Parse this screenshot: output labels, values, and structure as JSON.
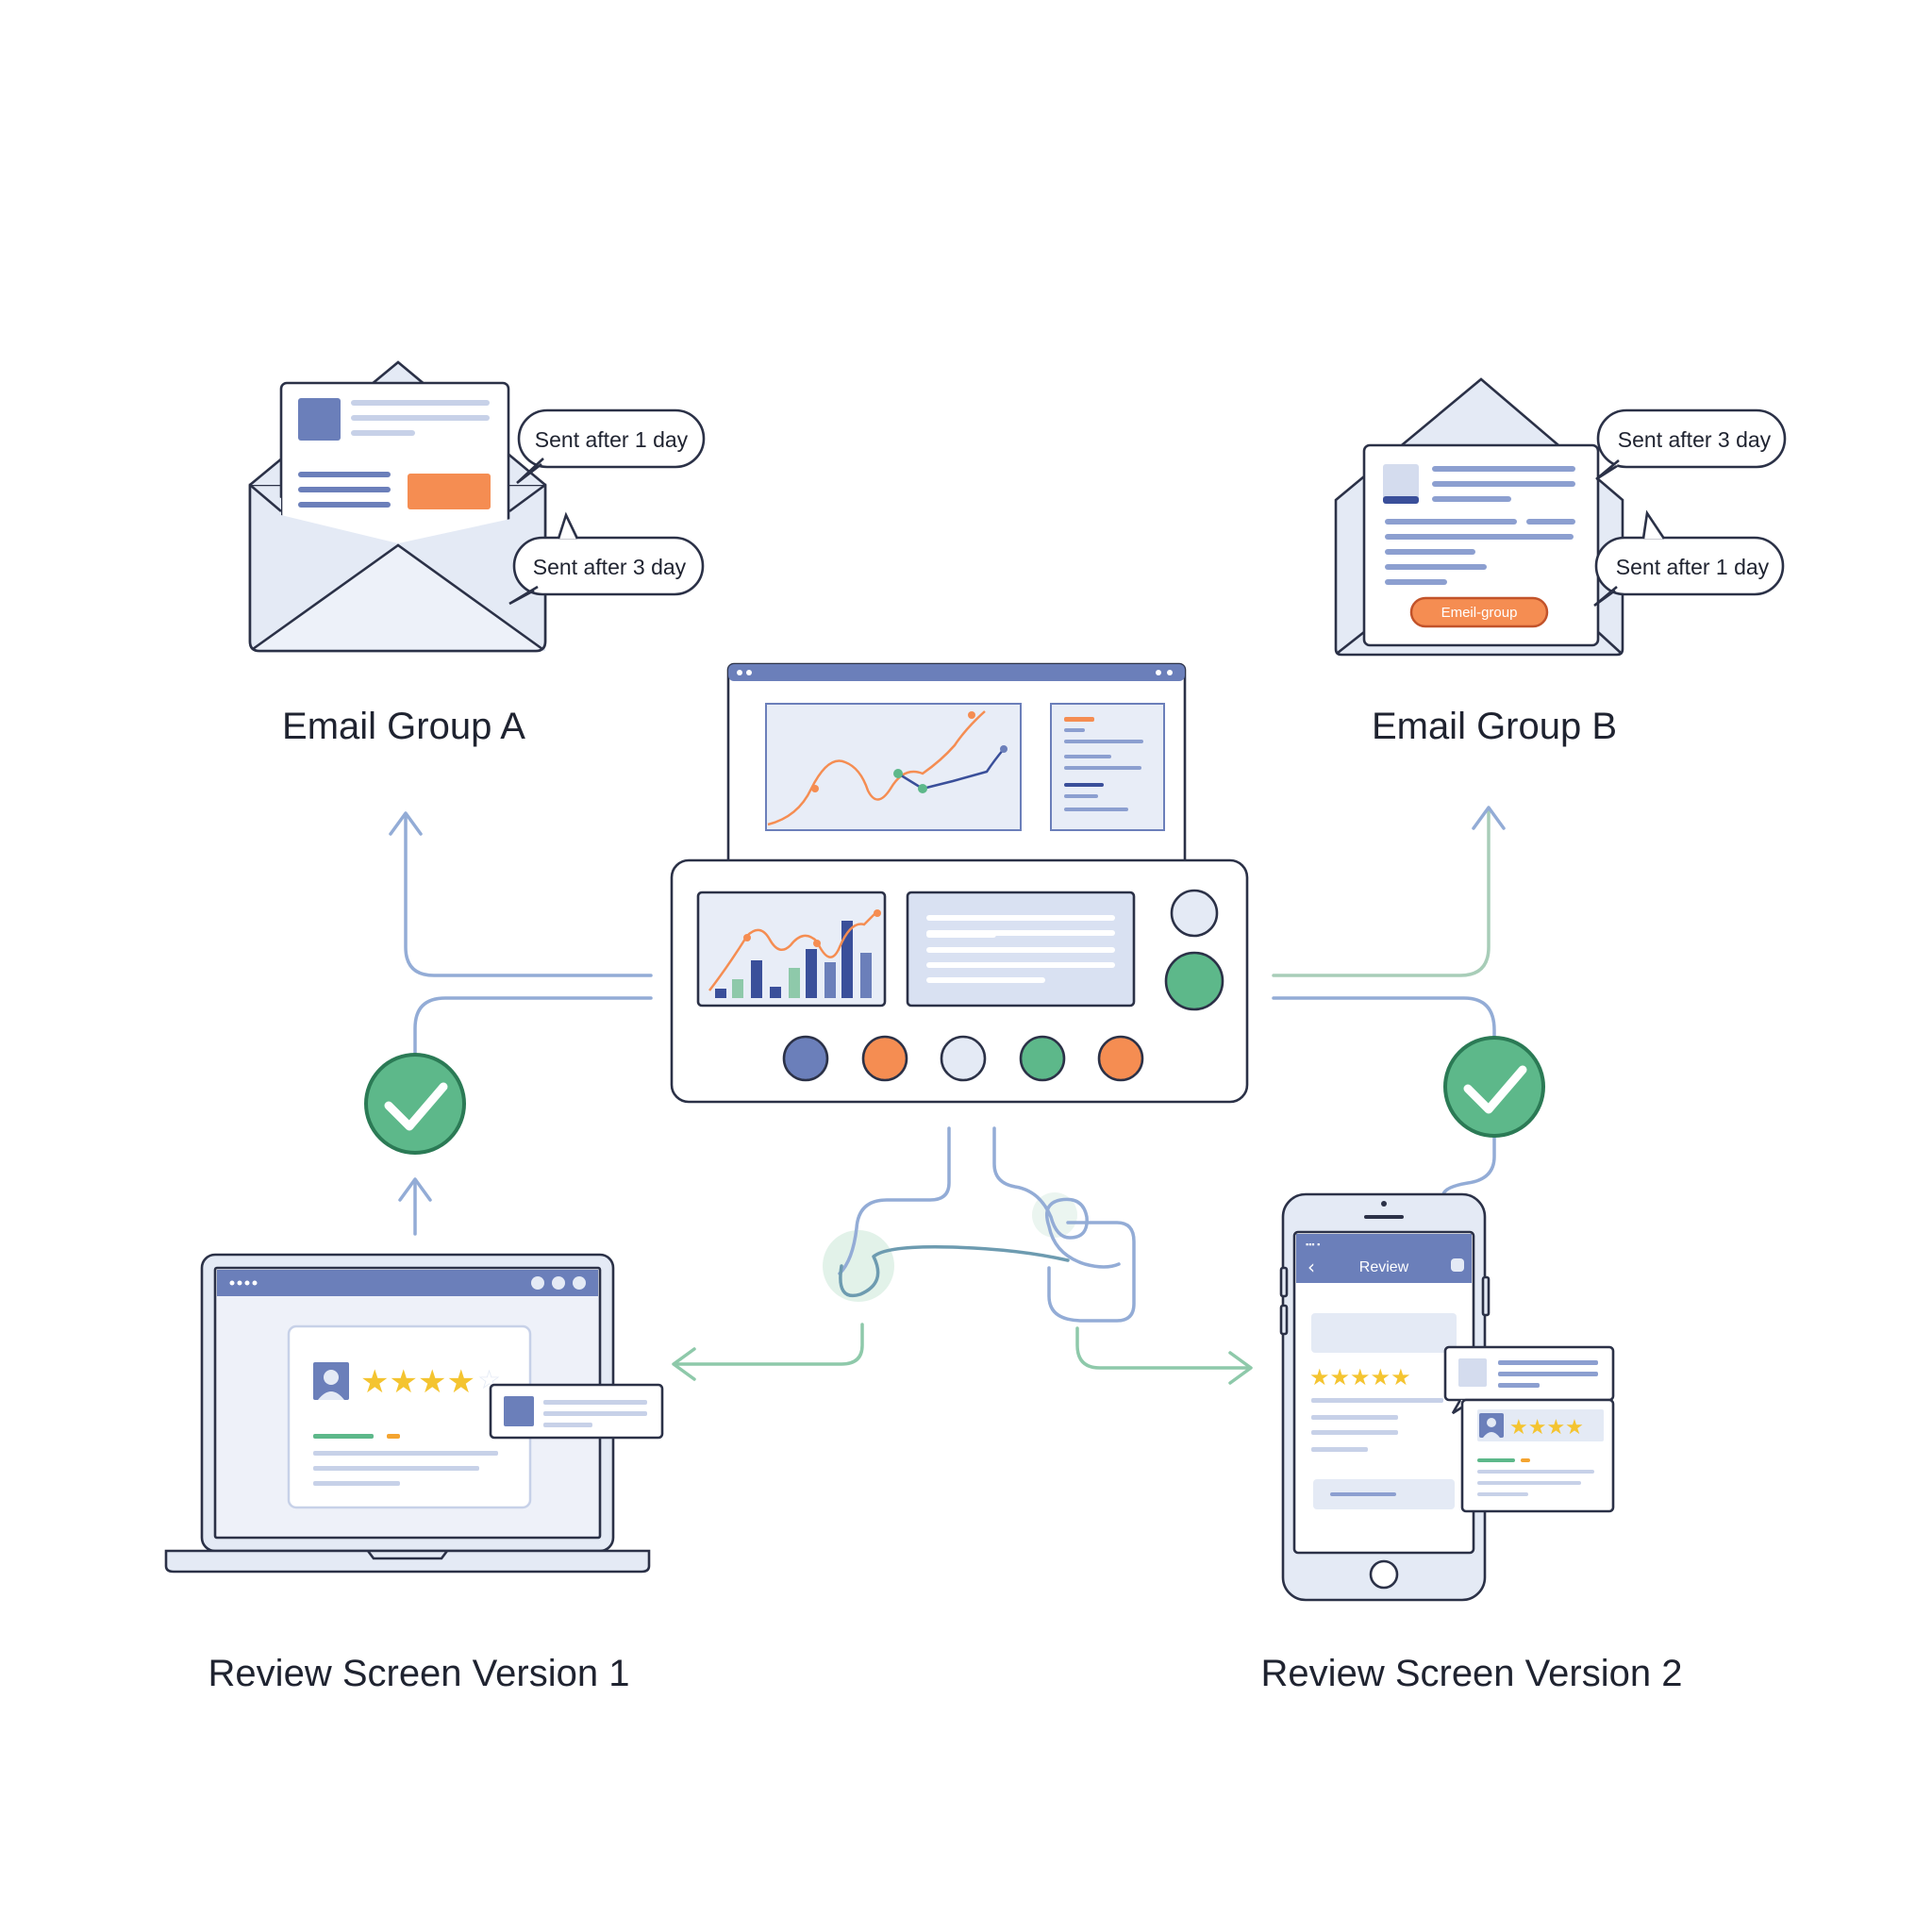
{
  "email_group_a": {
    "label": "Email Group A",
    "bubble_top": "Sent after 1 day",
    "bubble_bottom": "Sent after 3 day"
  },
  "email_group_b": {
    "label": "Email Group B",
    "bubble_top": "Sent after 3 day",
    "bubble_bottom": "Sent after 1 day",
    "button_label": "Emeil-group"
  },
  "review_v1": {
    "label": "Review Screen Version 1",
    "rating_stars": 4
  },
  "review_v2": {
    "label": "Review Screen Version 2",
    "phone_header": "Review",
    "phone_rating_stars": 5,
    "card_rating_stars": 4
  },
  "colors": {
    "outline": "#2b3147",
    "blue": "#6b7fba",
    "blue_light": "#e4eaf5",
    "orange": "#f58d52",
    "green": "#5db88a",
    "green_dark": "#2b7a55",
    "star": "#f4c430",
    "arrow_blue": "#93acd6",
    "arrow_green": "#8ec9aa"
  },
  "icons": [
    "envelope-icon",
    "speech-bubble-icon",
    "dashboard-icon",
    "checkmark-icon",
    "laptop-icon",
    "smartphone-icon",
    "star-icon",
    "avatar-icon",
    "arrow-icon"
  ]
}
